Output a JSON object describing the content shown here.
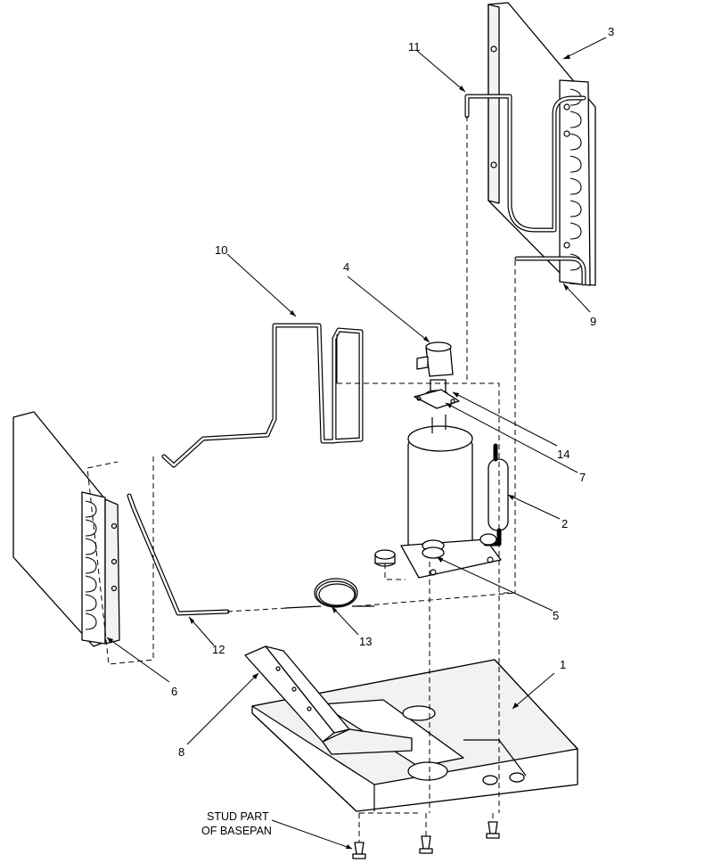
{
  "callouts": [
    {
      "id": "1",
      "label": "1"
    },
    {
      "id": "2",
      "label": "2"
    },
    {
      "id": "3",
      "label": "3"
    },
    {
      "id": "4",
      "label": "4"
    },
    {
      "id": "5",
      "label": "5"
    },
    {
      "id": "6",
      "label": "6"
    },
    {
      "id": "7",
      "label": "7"
    },
    {
      "id": "8",
      "label": "8"
    },
    {
      "id": "9",
      "label": "9"
    },
    {
      "id": "10",
      "label": "10"
    },
    {
      "id": "11",
      "label": "11"
    },
    {
      "id": "12",
      "label": "12"
    },
    {
      "id": "13",
      "label": "13"
    },
    {
      "id": "14",
      "label": "14"
    }
  ],
  "note": {
    "line1": "STUD PART",
    "line2": "OF BASEPAN"
  }
}
